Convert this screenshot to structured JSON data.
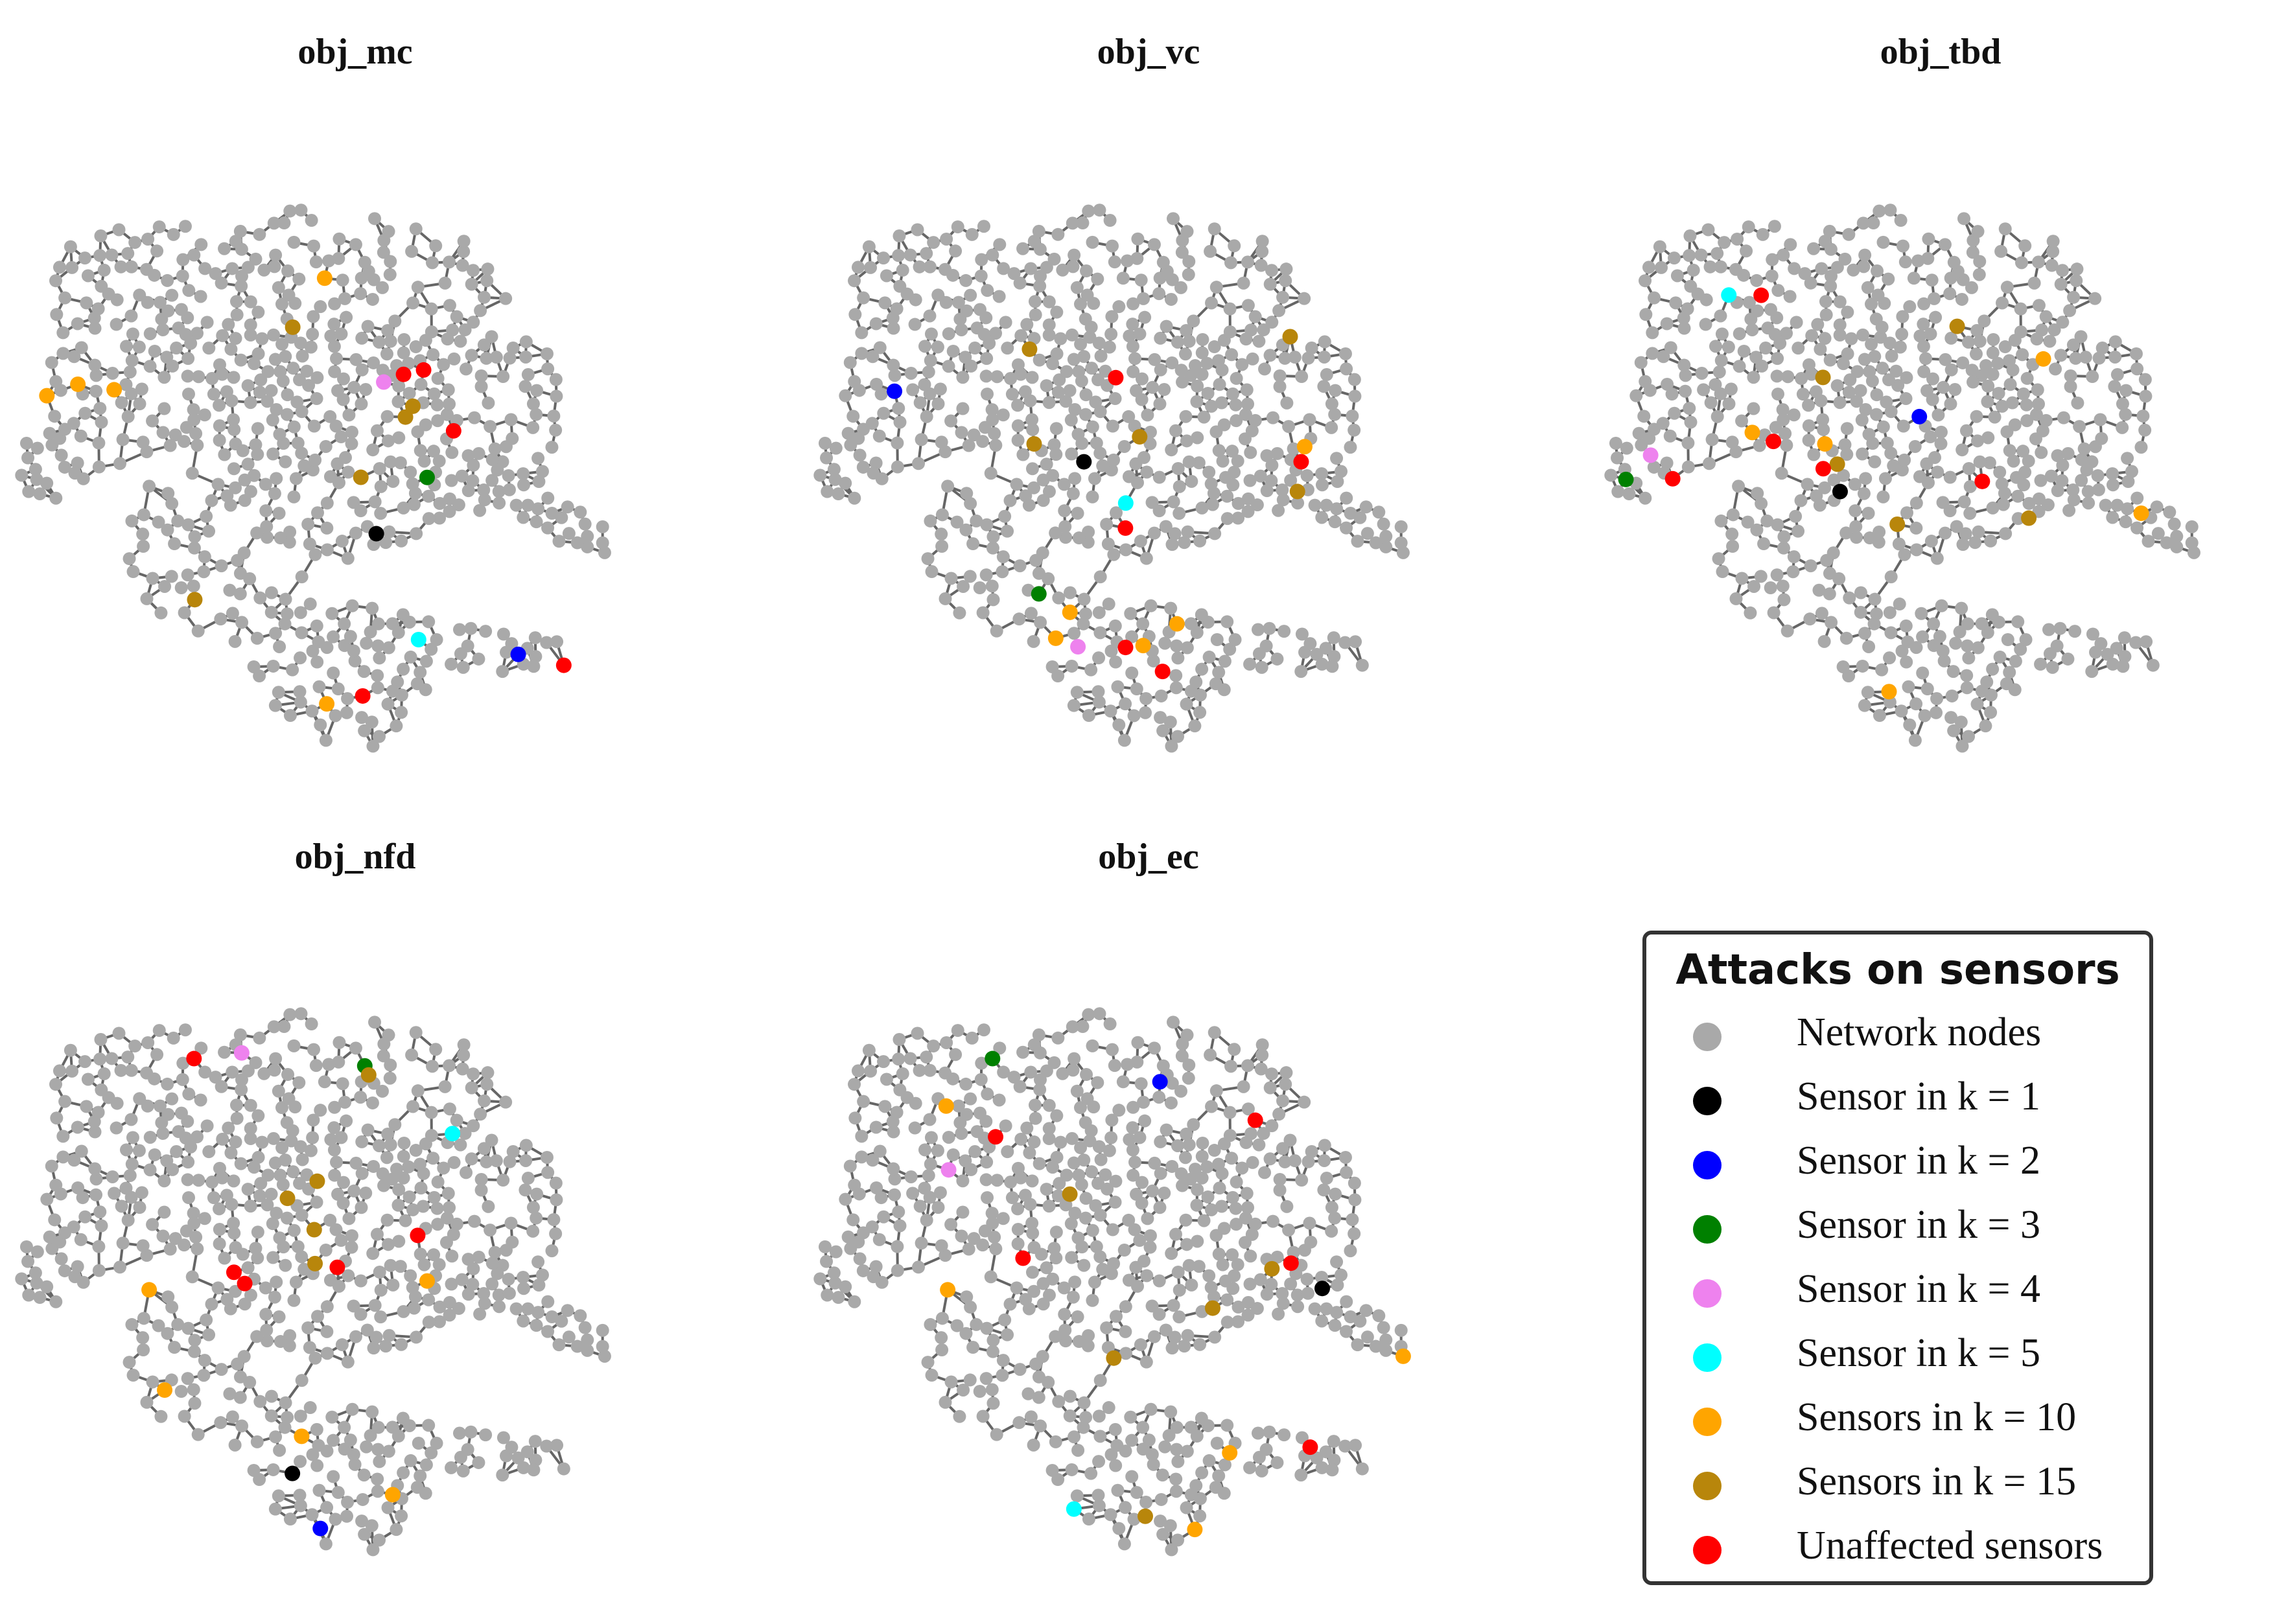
{
  "panels": [
    {
      "title": "obj_mc",
      "sensors": [
        {
          "k": "1",
          "color": "#000000"
        },
        {
          "k": "2",
          "color": "#0000ff"
        },
        {
          "k": "3",
          "color": "#008000"
        },
        {
          "k": "4",
          "color": "#ee82ee"
        },
        {
          "k": "5",
          "color": "#00ffff"
        },
        {
          "k": "10",
          "color": "#ffa500"
        },
        {
          "k": "10",
          "color": "#ffa500"
        },
        {
          "k": "10",
          "color": "#ffa500"
        },
        {
          "k": "10",
          "color": "#ffa500"
        },
        {
          "k": "10",
          "color": "#ffa500"
        },
        {
          "k": "15",
          "color": "#b8860b"
        },
        {
          "k": "15",
          "color": "#b8860b"
        },
        {
          "k": "15",
          "color": "#b8860b"
        },
        {
          "k": "15",
          "color": "#b8860b"
        },
        {
          "k": "15",
          "color": "#b8860b"
        },
        {
          "k": "unaffected",
          "color": "#ff0000"
        },
        {
          "k": "unaffected",
          "color": "#ff0000"
        },
        {
          "k": "unaffected",
          "color": "#ff0000"
        },
        {
          "k": "unaffected",
          "color": "#ff0000"
        },
        {
          "k": "unaffected",
          "color": "#ff0000"
        }
      ]
    },
    {
      "title": "obj_vc",
      "sensors": [
        {
          "k": "1",
          "color": "#000000"
        },
        {
          "k": "2",
          "color": "#0000ff"
        },
        {
          "k": "3",
          "color": "#008000"
        },
        {
          "k": "4",
          "color": "#ee82ee"
        },
        {
          "k": "5",
          "color": "#00ffff"
        },
        {
          "k": "10",
          "color": "#ffa500"
        },
        {
          "k": "10",
          "color": "#ffa500"
        },
        {
          "k": "10",
          "color": "#ffa500"
        },
        {
          "k": "10",
          "color": "#ffa500"
        },
        {
          "k": "10",
          "color": "#ffa500"
        },
        {
          "k": "15",
          "color": "#b8860b"
        },
        {
          "k": "15",
          "color": "#b8860b"
        },
        {
          "k": "15",
          "color": "#b8860b"
        },
        {
          "k": "15",
          "color": "#b8860b"
        },
        {
          "k": "15",
          "color": "#b8860b"
        },
        {
          "k": "unaffected",
          "color": "#ff0000"
        },
        {
          "k": "unaffected",
          "color": "#ff0000"
        },
        {
          "k": "unaffected",
          "color": "#ff0000"
        },
        {
          "k": "unaffected",
          "color": "#ff0000"
        },
        {
          "k": "unaffected",
          "color": "#ff0000"
        }
      ]
    },
    {
      "title": "obj_tbd",
      "sensors": [
        {
          "k": "1",
          "color": "#000000"
        },
        {
          "k": "2",
          "color": "#0000ff"
        },
        {
          "k": "3",
          "color": "#008000"
        },
        {
          "k": "4",
          "color": "#ee82ee"
        },
        {
          "k": "5",
          "color": "#00ffff"
        },
        {
          "k": "10",
          "color": "#ffa500"
        },
        {
          "k": "10",
          "color": "#ffa500"
        },
        {
          "k": "10",
          "color": "#ffa500"
        },
        {
          "k": "10",
          "color": "#ffa500"
        },
        {
          "k": "10",
          "color": "#ffa500"
        },
        {
          "k": "15",
          "color": "#b8860b"
        },
        {
          "k": "15",
          "color": "#b8860b"
        },
        {
          "k": "15",
          "color": "#b8860b"
        },
        {
          "k": "15",
          "color": "#b8860b"
        },
        {
          "k": "15",
          "color": "#b8860b"
        },
        {
          "k": "unaffected",
          "color": "#ff0000"
        },
        {
          "k": "unaffected",
          "color": "#ff0000"
        },
        {
          "k": "unaffected",
          "color": "#ff0000"
        },
        {
          "k": "unaffected",
          "color": "#ff0000"
        },
        {
          "k": "unaffected",
          "color": "#ff0000"
        }
      ]
    },
    {
      "title": "obj_nfd",
      "sensors": [
        {
          "k": "1",
          "color": "#000000"
        },
        {
          "k": "2",
          "color": "#0000ff"
        },
        {
          "k": "3",
          "color": "#008000"
        },
        {
          "k": "4",
          "color": "#ee82ee"
        },
        {
          "k": "5",
          "color": "#00ffff"
        },
        {
          "k": "10",
          "color": "#ffa500"
        },
        {
          "k": "10",
          "color": "#ffa500"
        },
        {
          "k": "10",
          "color": "#ffa500"
        },
        {
          "k": "10",
          "color": "#ffa500"
        },
        {
          "k": "10",
          "color": "#ffa500"
        },
        {
          "k": "15",
          "color": "#b8860b"
        },
        {
          "k": "15",
          "color": "#b8860b"
        },
        {
          "k": "15",
          "color": "#b8860b"
        },
        {
          "k": "15",
          "color": "#b8860b"
        },
        {
          "k": "15",
          "color": "#b8860b"
        },
        {
          "k": "unaffected",
          "color": "#ff0000"
        },
        {
          "k": "unaffected",
          "color": "#ff0000"
        },
        {
          "k": "unaffected",
          "color": "#ff0000"
        },
        {
          "k": "unaffected",
          "color": "#ff0000"
        },
        {
          "k": "unaffected",
          "color": "#ff0000"
        }
      ]
    },
    {
      "title": "obj_ec",
      "sensors": [
        {
          "k": "1",
          "color": "#000000"
        },
        {
          "k": "2",
          "color": "#0000ff"
        },
        {
          "k": "3",
          "color": "#008000"
        },
        {
          "k": "4",
          "color": "#ee82ee"
        },
        {
          "k": "5",
          "color": "#00ffff"
        },
        {
          "k": "10",
          "color": "#ffa500"
        },
        {
          "k": "10",
          "color": "#ffa500"
        },
        {
          "k": "10",
          "color": "#ffa500"
        },
        {
          "k": "10",
          "color": "#ffa500"
        },
        {
          "k": "10",
          "color": "#ffa500"
        },
        {
          "k": "15",
          "color": "#b8860b"
        },
        {
          "k": "15",
          "color": "#b8860b"
        },
        {
          "k": "15",
          "color": "#b8860b"
        },
        {
          "k": "15",
          "color": "#b8860b"
        },
        {
          "k": "15",
          "color": "#b8860b"
        },
        {
          "k": "unaffected",
          "color": "#ff0000"
        },
        {
          "k": "unaffected",
          "color": "#ff0000"
        },
        {
          "k": "unaffected",
          "color": "#ff0000"
        },
        {
          "k": "unaffected",
          "color": "#ff0000"
        },
        {
          "k": "unaffected",
          "color": "#ff0000"
        }
      ]
    }
  ],
  "node_color": "#a9a9a9",
  "edge_color": "#666666",
  "legend": {
    "title": "Attacks on sensors",
    "items": [
      {
        "label": "Network nodes",
        "color": "#a9a9a9"
      },
      {
        "label": "Sensor in k = 1",
        "color": "#000000"
      },
      {
        "label": "Sensor in k = 2",
        "color": "#0000ff"
      },
      {
        "label": "Sensor in k = 3",
        "color": "#008000"
      },
      {
        "label": "Sensor in k = 4",
        "color": "#ee82ee"
      },
      {
        "label": "Sensor in k = 5",
        "color": "#00ffff"
      },
      {
        "label": "Sensors in k = 10",
        "color": "#ffa500"
      },
      {
        "label": "Sensors in k = 15",
        "color": "#b8860b"
      },
      {
        "label": "Unaffected sensors",
        "color": "#ff0000"
      }
    ]
  }
}
